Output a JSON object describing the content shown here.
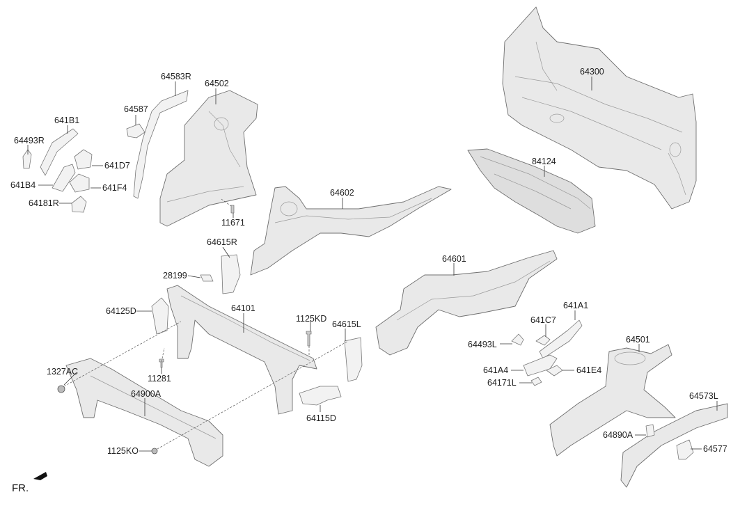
{
  "direction_label": "FR.",
  "parts": {
    "p64583R": "64583R",
    "p64502": "64502",
    "p64587": "64587",
    "p641B1": "641B1",
    "p64493R": "64493R",
    "p641D7": "641D7",
    "p641B4": "641B4",
    "p641F4": "641F4",
    "p64181R": "64181R",
    "p11671": "11671",
    "p64300": "64300",
    "p84124": "84124",
    "p64602": "64602",
    "p64615R": "64615R",
    "p28199": "28199",
    "p64125D": "64125D",
    "p64101": "64101",
    "p1125KD": "1125KD",
    "p64615L": "64615L",
    "p1327AC": "1327AC",
    "p11281": "11281",
    "p64900A": "64900A",
    "p64115D": "64115D",
    "p1125KO": "1125KO",
    "p64601": "64601",
    "p641A1": "641A1",
    "p641C7": "641C7",
    "p64493L": "64493L",
    "p641A4": "641A4",
    "p641E4": "641E4",
    "p64171L": "64171L",
    "p64501": "64501",
    "p64573L": "64573L",
    "p64890A": "64890A",
    "p64577": "64577"
  }
}
